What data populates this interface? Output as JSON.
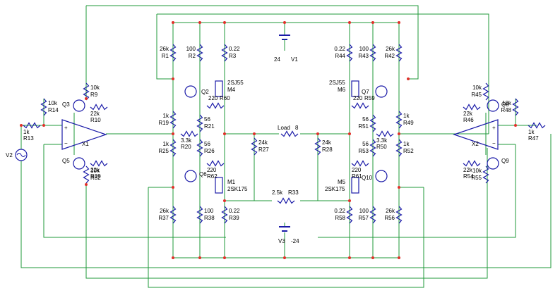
{
  "title": "",
  "supply": {
    "pos": {
      "ref": "V1",
      "value": "24"
    },
    "neg": {
      "ref": "V3",
      "value": "-24"
    },
    "source": {
      "ref": "V2"
    }
  },
  "load": {
    "ref": "Load",
    "value": "8"
  },
  "left_channel": {
    "opamp": "X1",
    "resistors": [
      {
        "ref": "R1",
        "value": "26k"
      },
      {
        "ref": "R2",
        "value": "100"
      },
      {
        "ref": "R3",
        "value": "0.22"
      },
      {
        "ref": "R9",
        "value": "10k"
      },
      {
        "ref": "R10",
        "value": "22k"
      },
      {
        "ref": "R13",
        "value": "1k"
      },
      {
        "ref": "R14",
        "value": "10k"
      },
      {
        "ref": "R19",
        "value": "1k"
      },
      {
        "ref": "R20",
        "value": "3.3k"
      },
      {
        "ref": "R21",
        "value": "56"
      },
      {
        "ref": "R25",
        "value": "1k"
      },
      {
        "ref": "R26",
        "value": "56"
      },
      {
        "ref": "R27",
        "value": "24k"
      },
      {
        "ref": "R29",
        "value": "22k"
      },
      {
        "ref": "R32",
        "value": "10k"
      },
      {
        "ref": "R37",
        "value": "26k"
      },
      {
        "ref": "R38",
        "value": "100"
      },
      {
        "ref": "R39",
        "value": "0.22"
      },
      {
        "ref": "R60",
        "value": "220"
      },
      {
        "ref": "R62",
        "value": "220"
      }
    ],
    "transistors": [
      "Q2",
      "Q3",
      "Q5",
      "Q6"
    ],
    "mosfets": [
      {
        "ref": "M4",
        "part": "2SJ55"
      },
      {
        "ref": "M1",
        "part": "2SK175"
      }
    ]
  },
  "right_channel": {
    "opamp": "X2",
    "resistors": [
      {
        "ref": "R44",
        "value": "0.22"
      },
      {
        "ref": "R43",
        "value": "100"
      },
      {
        "ref": "R42",
        "value": "26k"
      },
      {
        "ref": "R45",
        "value": "10k"
      },
      {
        "ref": "R46",
        "value": "22k"
      },
      {
        "ref": "R47",
        "value": "1k"
      },
      {
        "ref": "R48",
        "value": "10k"
      },
      {
        "ref": "R49",
        "value": "1k"
      },
      {
        "ref": "R50",
        "value": "3.3k"
      },
      {
        "ref": "R51",
        "value": "56"
      },
      {
        "ref": "R52",
        "value": "1k"
      },
      {
        "ref": "R53",
        "value": "56"
      },
      {
        "ref": "R28",
        "value": "24k"
      },
      {
        "ref": "R54",
        "value": "22k"
      },
      {
        "ref": "R55",
        "value": "10k"
      },
      {
        "ref": "R56",
        "value": "26k"
      },
      {
        "ref": "R57",
        "value": "100"
      },
      {
        "ref": "R58",
        "value": "0.22"
      },
      {
        "ref": "R59",
        "value": "220"
      },
      {
        "ref": "R61",
        "value": "220"
      }
    ],
    "transistors": [
      "Q7",
      "Q8",
      "Q9",
      "Q10"
    ],
    "mosfets": [
      {
        "ref": "M6",
        "part": "2SJ55"
      },
      {
        "ref": "M5",
        "part": "2SK175"
      }
    ]
  },
  "bridge": {
    "ref": "R33",
    "value": "2.5k"
  }
}
